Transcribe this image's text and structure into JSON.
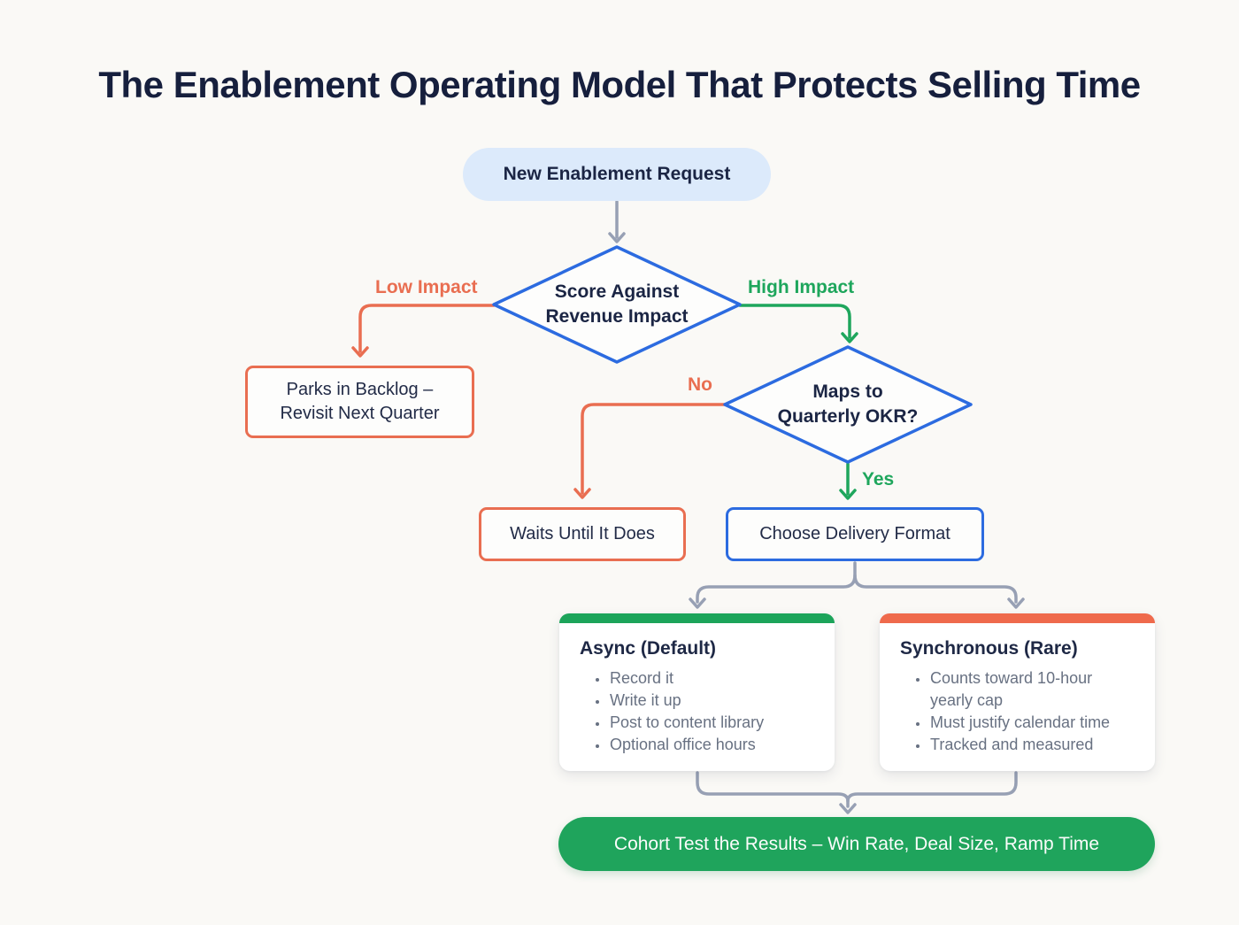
{
  "title": "The Enablement Operating Model That Protects Selling Time",
  "colors": {
    "background": "#faf9f6",
    "navy_text": "#1b2544",
    "accent_blue": "#2c6be0",
    "accent_orange": "#e96e51",
    "accent_green": "#1ea65c",
    "connector_gray": "#97a0b4",
    "start_pill_fill": "#dceafb",
    "result_pill_fill": "#1fa45c",
    "bullet_gray": "#687182"
  },
  "flow": {
    "start": {
      "label": "New Enablement Request"
    },
    "decision1": {
      "label": "Score Against\nRevenue Impact"
    },
    "branch_low": "Low Impact",
    "branch_high": "High Impact",
    "backlog": {
      "label": "Parks in Backlog –\nRevisit Next Quarter"
    },
    "decision2": {
      "label": "Maps to\nQuarterly OKR?"
    },
    "branch_no": "No",
    "branch_yes": "Yes",
    "waits": {
      "label": "Waits Until It Does"
    },
    "choose": {
      "label": "Choose Delivery Format"
    },
    "async_card": {
      "title": "Async (Default)",
      "bullets": [
        "Record it",
        "Write it up",
        "Post to content library",
        "Optional office hours"
      ]
    },
    "sync_card": {
      "title": "Synchronous (Rare)",
      "bullets": [
        "Counts toward 10-hour yearly cap",
        "Must justify calendar time",
        "Tracked and measured"
      ]
    },
    "result": {
      "label": "Cohort Test the Results – Win Rate, Deal Size, Ramp Time"
    }
  }
}
